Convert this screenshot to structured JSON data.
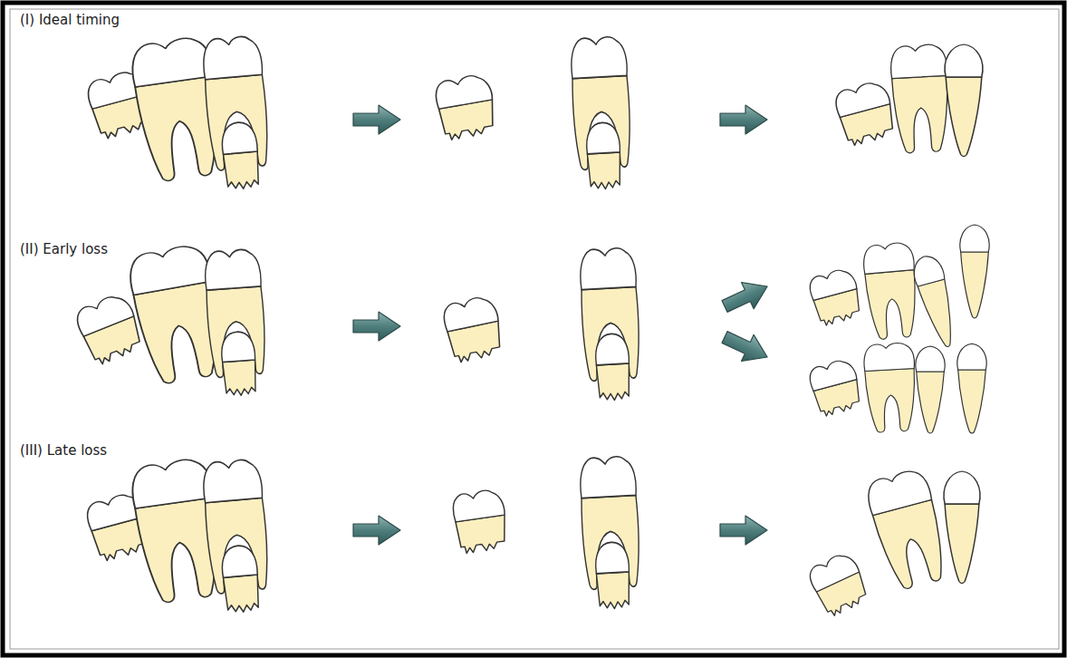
{
  "diagram": {
    "labels": [
      "(I) Ideal timing",
      "(II) Early loss",
      "(III) Late loss"
    ]
  }
}
